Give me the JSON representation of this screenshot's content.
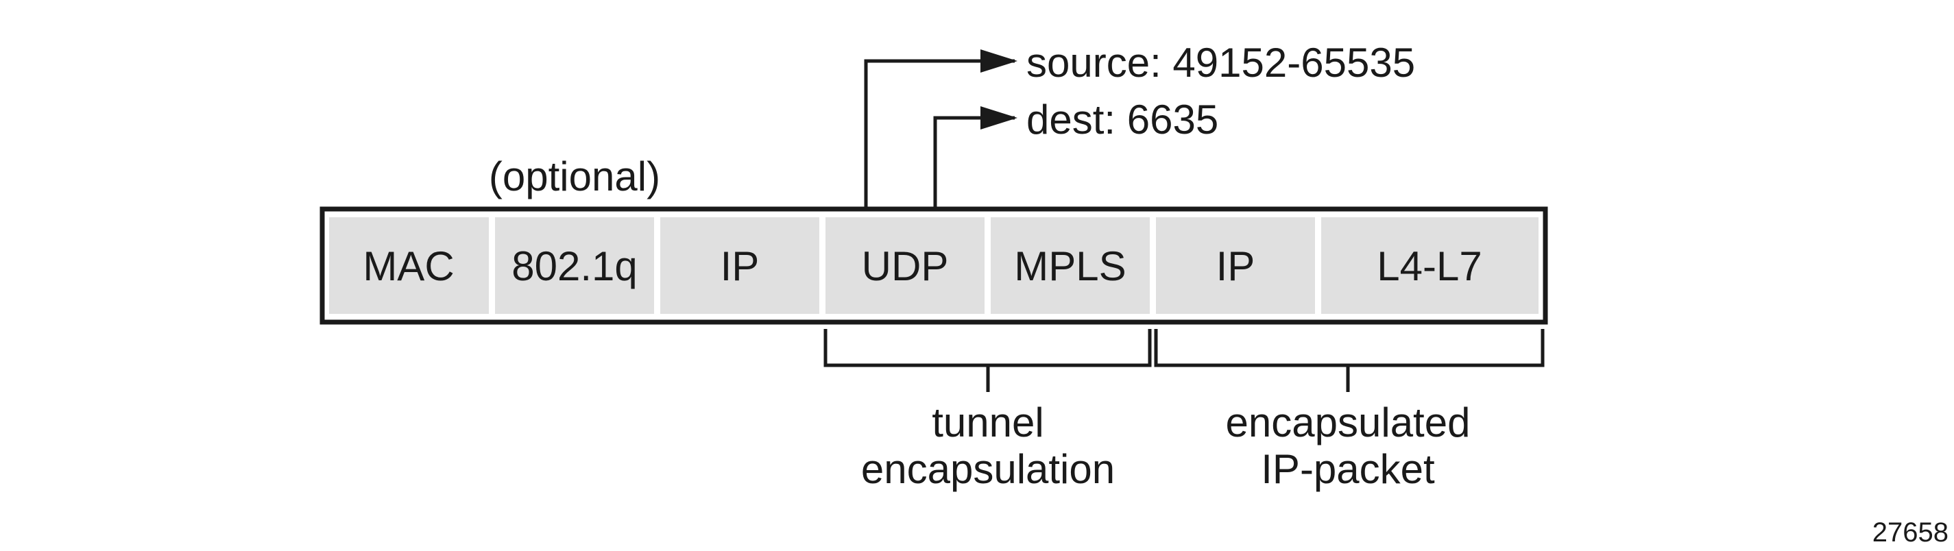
{
  "diagram": {
    "optional_label": "(optional)",
    "fields": [
      {
        "id": "mac",
        "label": "MAC"
      },
      {
        "id": "dot1q",
        "label": "802.1q"
      },
      {
        "id": "ip-outer",
        "label": "IP"
      },
      {
        "id": "udp",
        "label": "UDP"
      },
      {
        "id": "mpls",
        "label": "MPLS"
      },
      {
        "id": "ip-inner",
        "label": "IP"
      },
      {
        "id": "l4-l7",
        "label": "L4-L7"
      }
    ],
    "udp_ports": {
      "source": "source: 49152-65535",
      "dest": "dest: 6635"
    },
    "groups": {
      "tunnel": {
        "line1": "tunnel",
        "line2": "encapsulation"
      },
      "encapsulated": {
        "line1": "encapsulated",
        "line2": "IP-packet"
      }
    },
    "figure_id": "27658",
    "colors": {
      "field_fill": "#e0e0e0",
      "stroke": "#1a1a1a",
      "background": "#ffffff"
    }
  }
}
